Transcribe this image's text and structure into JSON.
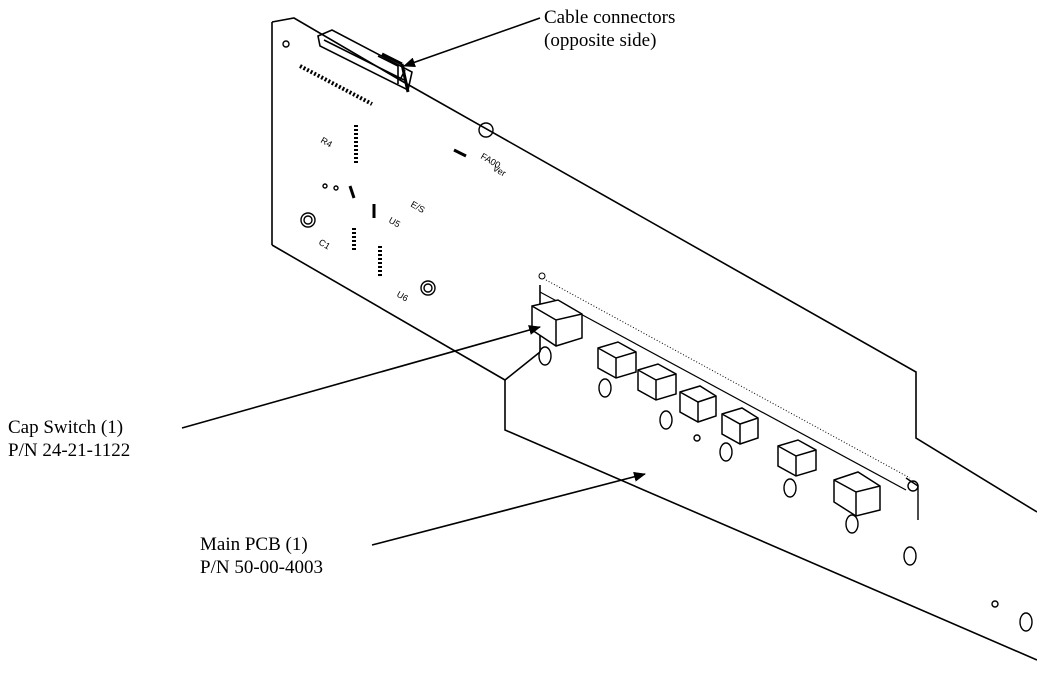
{
  "callouts": {
    "cable_connectors": {
      "line1": "Cable connectors",
      "line2": "(opposite side)"
    },
    "cap_switch": {
      "line1": "Cap Switch (1)",
      "line2": "P/N 24-21-1122"
    },
    "main_pcb": {
      "line1": "Main PCB (1)",
      "line2": "P/N 50-00-4003"
    }
  },
  "board_labels": {
    "ref_1": "R4",
    "ref_2": "C1",
    "ref_3": "U5",
    "ref_4": "U6",
    "ref_5": "FA00",
    "ref_6": "Ver",
    "ref_7": "E/S"
  },
  "colors": {
    "line": "#000000",
    "background": "#ffffff"
  }
}
